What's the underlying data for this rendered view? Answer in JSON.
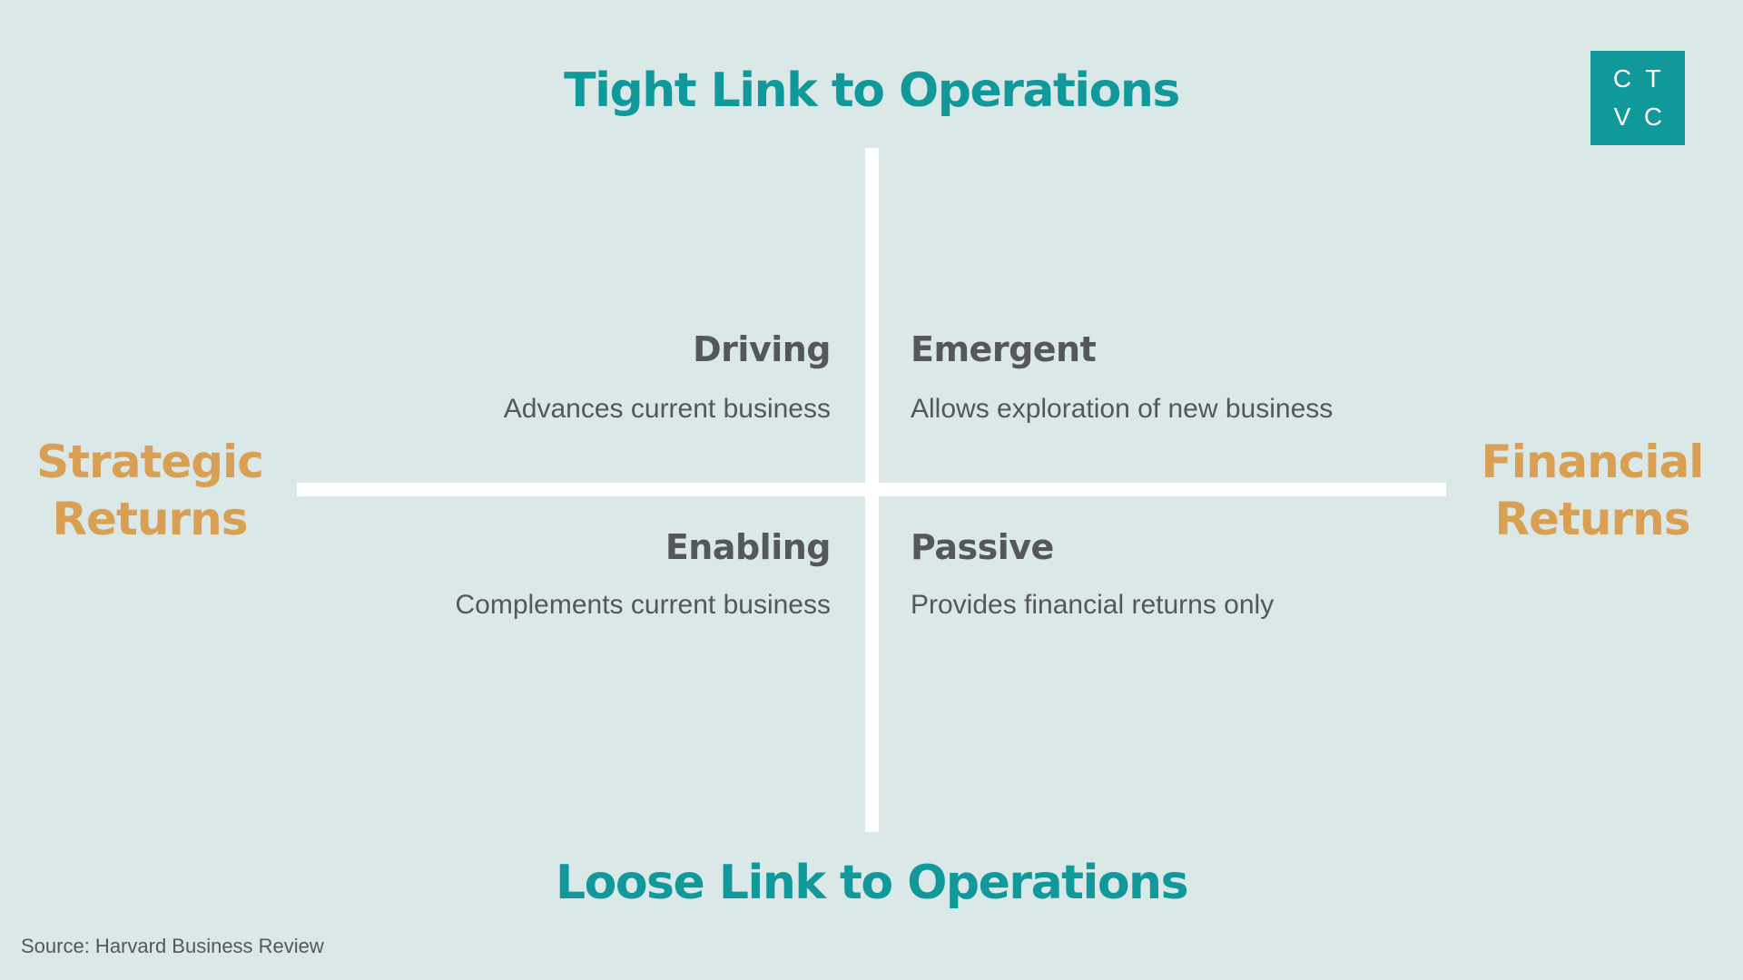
{
  "axes": {
    "top": "Tight Link to Operations",
    "bottom": "Loose Link to Operations",
    "left_line1": "Strategic",
    "left_line2": "Returns",
    "right_line1": "Financial",
    "right_line2": "Returns"
  },
  "quadrants": {
    "top_left": {
      "title": "Driving",
      "description": "Advances current business"
    },
    "top_right": {
      "title": "Emergent",
      "description": "Allows exploration of new business"
    },
    "bottom_left": {
      "title": "Enabling",
      "description": "Complements current business"
    },
    "bottom_right": {
      "title": "Passive",
      "description": "Provides financial returns only"
    }
  },
  "logo": {
    "letters": [
      "C",
      "T",
      "V",
      "C"
    ]
  },
  "source": "Source: Harvard Business Review",
  "colors": {
    "background": "#dae8e8",
    "teal": "#11989b",
    "gold": "#d9a053",
    "text": "#555759",
    "lines": "#ffffff"
  }
}
